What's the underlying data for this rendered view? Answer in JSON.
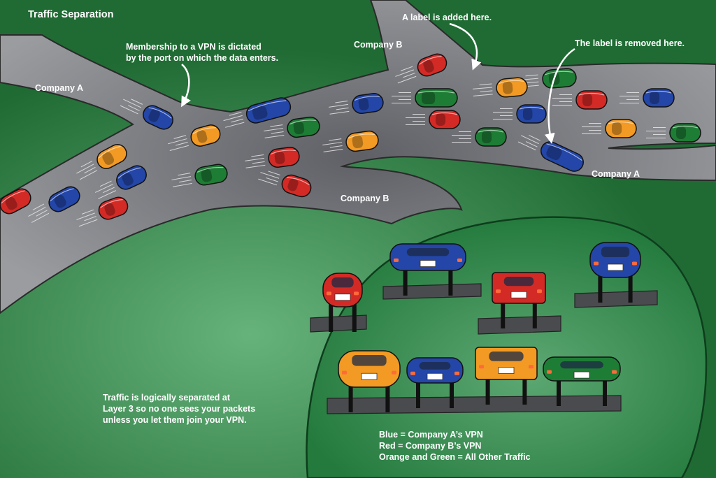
{
  "title": "Traffic Separation",
  "annotations": {
    "vpn_membership": "Membership to a VPN is dictated\nby the port on which the data enters.",
    "label_added": "A label is added here.",
    "label_removed": "The label is removed here.",
    "separation_note": "Traffic is logically separated at\nLayer 3 so no one sees your packets\nunless you let them join your VPN."
  },
  "road_labels": {
    "company_a_left": "Company A",
    "company_b_top": "Company B",
    "company_b_bottom": "Company B",
    "company_a_right": "Company A"
  },
  "legend": [
    "Blue = Company A’s VPN",
    "Red = Company B’s VPN",
    "Orange and Green = All Other Traffic"
  ],
  "colors": {
    "blue": "#2346a8",
    "red": "#d42a26",
    "orange": "#f29a24",
    "green": "#1e7d35",
    "grass": "#1f6b33",
    "road": "#8c8e92"
  },
  "icons": [
    "car-icon",
    "arrow-icon",
    "parking-garage"
  ]
}
